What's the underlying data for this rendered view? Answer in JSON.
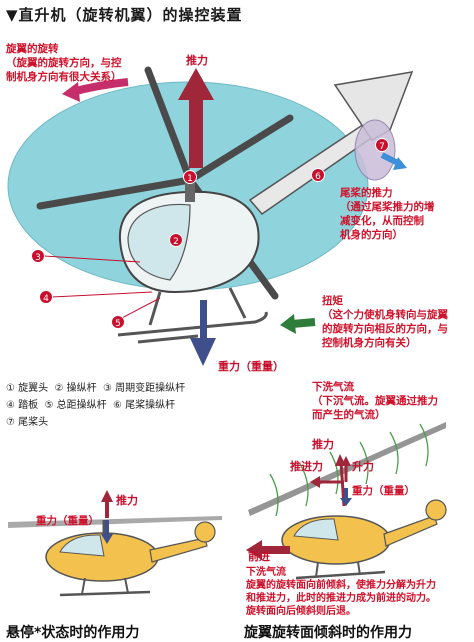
{
  "title": {
    "prefix": "▼",
    "text": "直升机（旋转机翼）的操控装置"
  },
  "rotor_rotation": {
    "heading": "旋翼的旋转",
    "body_line1": "（旋翼的旋转方向，与控",
    "body_line2": "制机身方向有很大关系）"
  },
  "label_lift": "推力",
  "label_weight": "重力（重量）",
  "tail_thrust": {
    "heading": "尾桨的推力",
    "line1": "（通过尾桨推力的增",
    "line2": "减变化，从而控制",
    "line3": "机身的方向）"
  },
  "torque": {
    "heading": "扭矩",
    "line1": "（这个力使机身转向与旋翼",
    "line2": "的旋转方向相反的方向，与",
    "line3": "控制机身方向有关）"
  },
  "markers": [
    "1",
    "2",
    "3",
    "4",
    "5",
    "6",
    "7"
  ],
  "legend": {
    "row1": [
      "① 旋翼头",
      "② 操纵杆",
      "③ 周期变距操纵杆"
    ],
    "row2": [
      "④ 踏板",
      "⑤ 总距操纵杆",
      "⑥ 尾桨操纵杆"
    ],
    "row3": [
      "⑦ 尾桨头"
    ]
  },
  "downwash": {
    "heading": "下洗气流",
    "line1": "（下沉气流。旋翼通过推力",
    "line2": "而产生的气流）"
  },
  "hover_diagram": {
    "lift": "推力",
    "weight": "重力（重量）"
  },
  "tilt_diagram": {
    "lift": "推力",
    "propulsion": "推进力",
    "lift_component": "升力",
    "weight": "重力（重量）",
    "forward": "前进"
  },
  "downwash_bottom": {
    "heading": "下洗气流",
    "line1": "旋翼的旋转面向前倾斜，使推力分解为升力",
    "line2": "和推进力，此时的推进力成为前进的动力。",
    "line3": "旋转面向后倾斜则后退。"
  },
  "caption_left": "悬停*状态时的作用力",
  "caption_right": "旋翼旋转面倾斜时的作用力",
  "colors": {
    "rotor_disc": "#8fd3dc",
    "helicopter": "#f2c14e",
    "arrow_red": "#a0263a",
    "arrow_blue": "#3f4f8c",
    "arrow_green": "#2f7d3a",
    "tail_blue": "#3c8fd8",
    "label_red": "#d0112b"
  }
}
